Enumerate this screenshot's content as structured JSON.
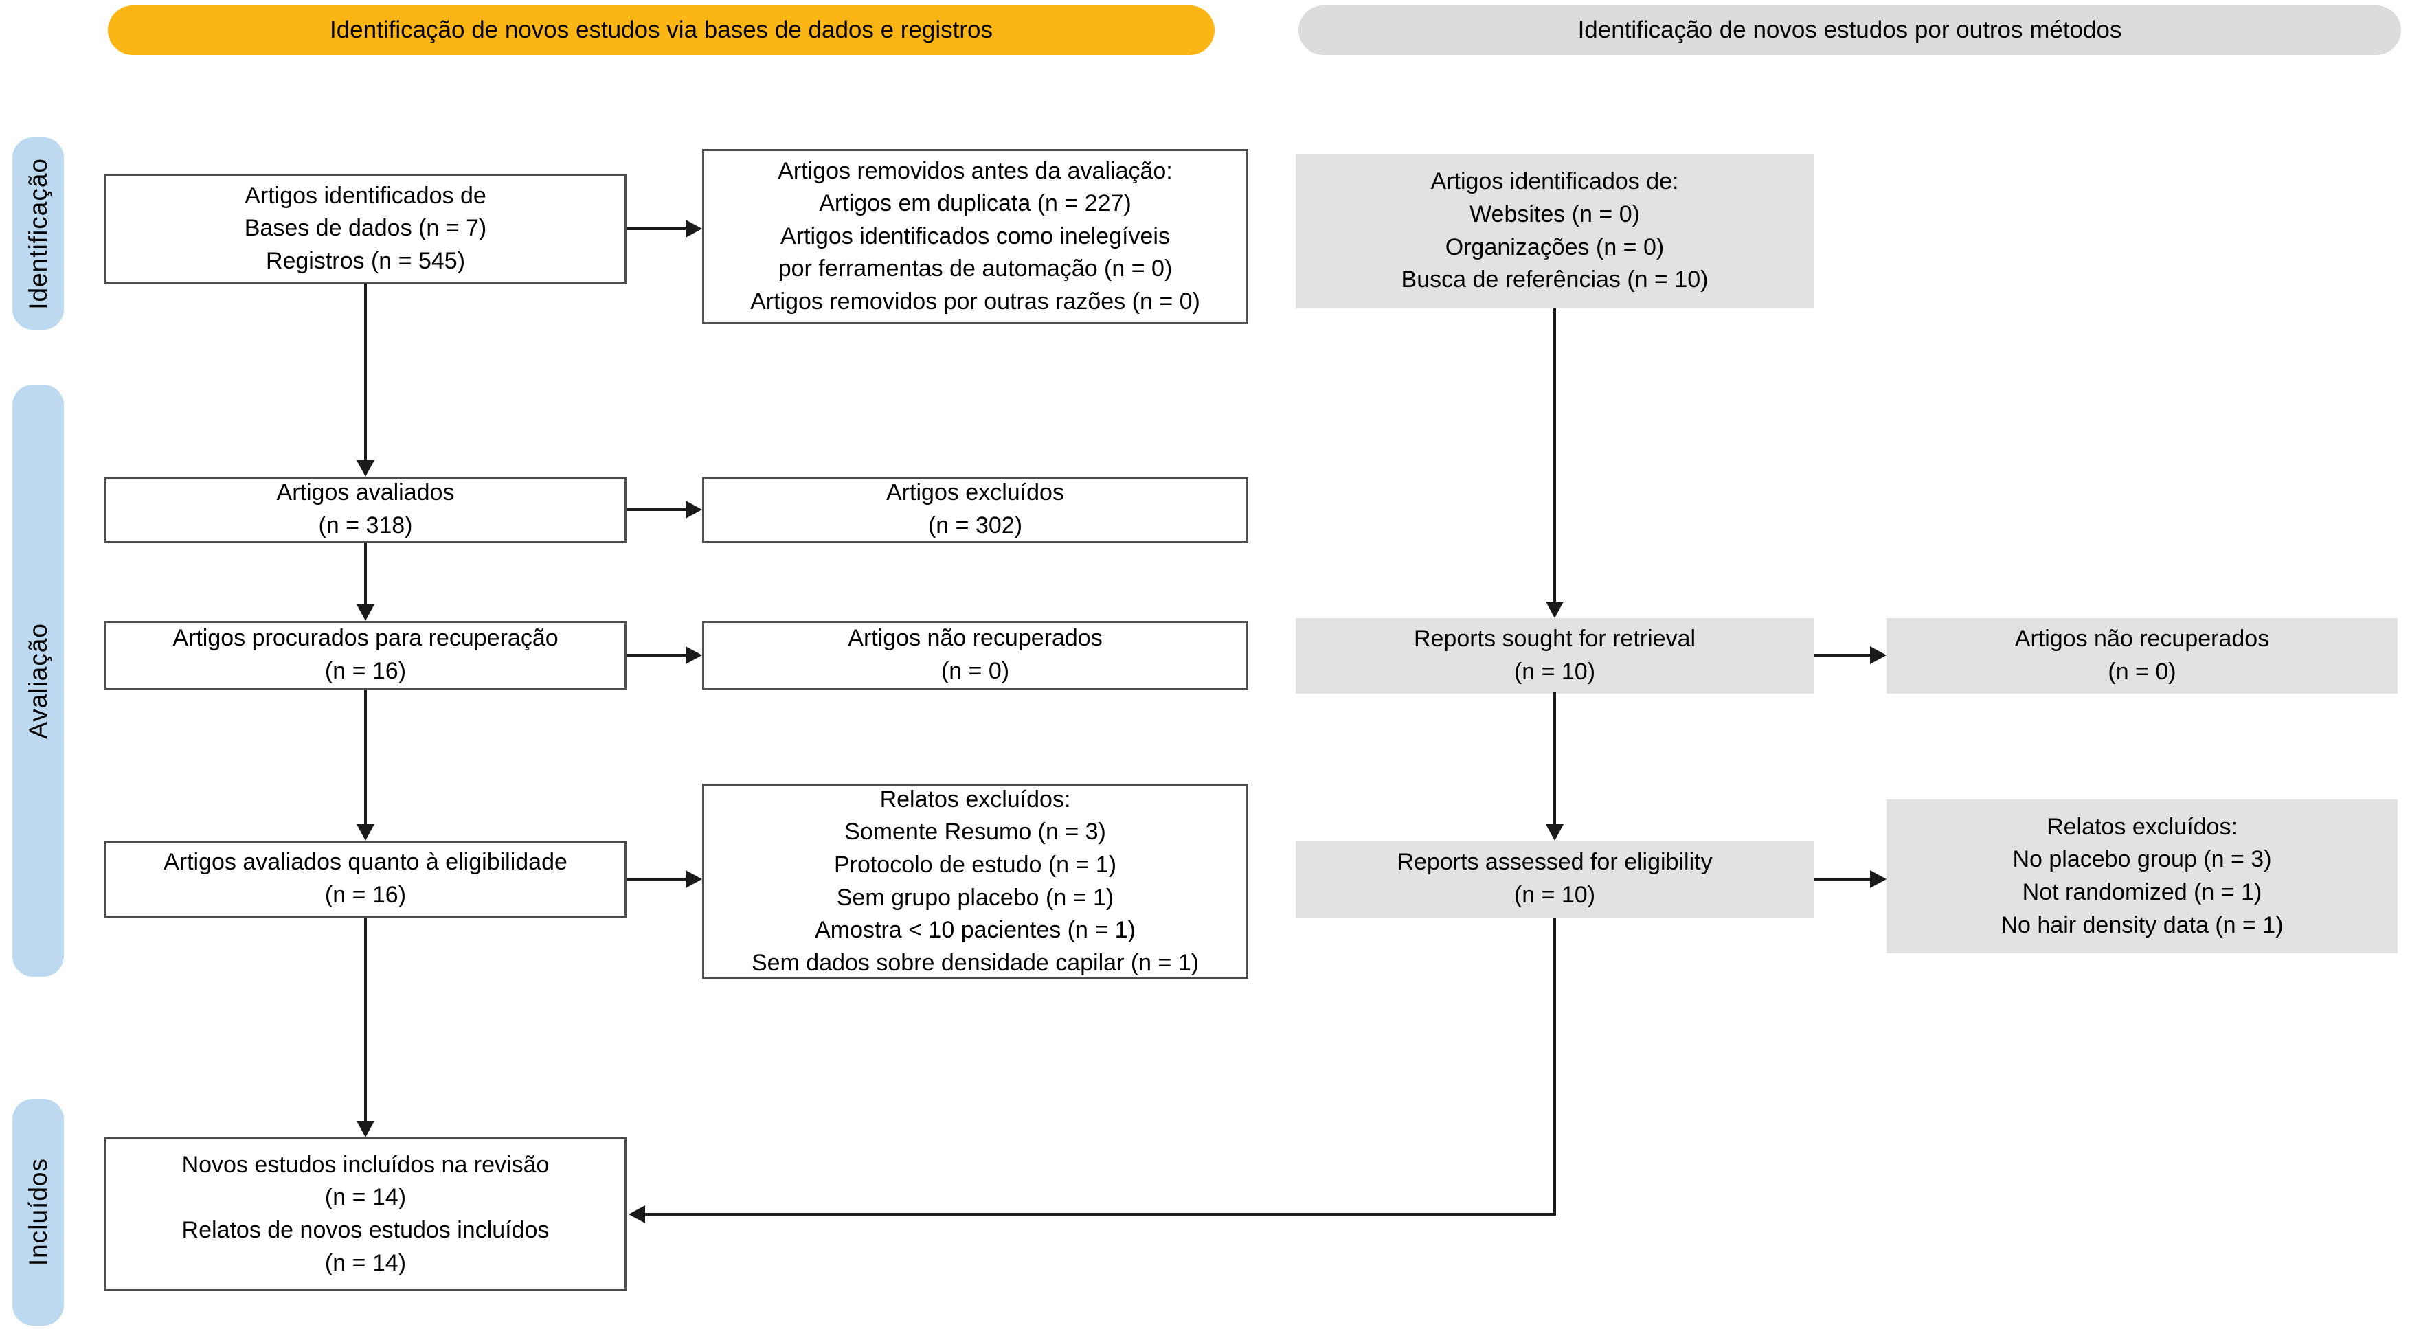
{
  "colors": {
    "band_databases": "#FBB615",
    "band_other": "#DCDCDC",
    "stage_tab": "#BDD9EF",
    "gray_box": "#E2E2E1",
    "box_border": "#4D4D4D",
    "arrow": "#1A1A1A",
    "text": "#000000"
  },
  "headers": {
    "databases": "Identificação de novos estudos via bases de dados e registros",
    "other_methods": "Identificação de novos estudos por outros métodos"
  },
  "stages": {
    "identification": "Identificação",
    "screening": "Avaliação",
    "included": "Incluídos"
  },
  "boxes": {
    "db_identified": {
      "lines": [
        "Artigos identificados de",
        "Bases de dados (n = 7)",
        "Registros (n = 545)"
      ]
    },
    "removed_before_screening": {
      "lines": [
        "Artigos removidos antes da avaliação:",
        "Artigos em duplicata (n = 227)",
        "Artigos identificados como inelegíveis",
        "por ferramentas de automação (n = 0)",
        "Artigos removidos por outras razões (n = 0)"
      ]
    },
    "other_identified": {
      "lines": [
        "Artigos identificados de:",
        "Websites (n = 0)",
        "Organizações (n = 0)",
        "Busca de referências (n = 10)"
      ]
    },
    "screened": {
      "lines": [
        "Artigos avaliados",
        "(n = 318)"
      ]
    },
    "screened_excluded": {
      "lines": [
        "Artigos excluídos",
        "(n = 302)"
      ]
    },
    "sought_retrieval": {
      "lines": [
        "Artigos procurados para recuperação",
        "(n = 16)"
      ]
    },
    "not_retrieved": {
      "lines": [
        "Artigos não recuperados",
        "(n = 0)"
      ]
    },
    "other_sought_retrieval": {
      "lines": [
        "Reports sought for retrieval",
        "(n = 10)"
      ]
    },
    "other_not_retrieved": {
      "lines": [
        "Artigos não recuperados",
        "(n = 0)"
      ]
    },
    "assessed_eligibility": {
      "lines": [
        "Artigos avaliados quanto à eligibilidade",
        "(n = 16)"
      ]
    },
    "reports_excluded": {
      "lines": [
        "Relatos excluídos:",
        "Somente Resumo (n = 3)",
        "Protocolo de estudo (n = 1)",
        "Sem grupo placebo (n = 1)",
        "Amostra < 10 pacientes (n = 1)",
        "Sem dados sobre densidade capilar (n = 1)"
      ]
    },
    "other_assessed_eligibility": {
      "lines": [
        "Reports assessed for eligibility",
        "(n = 10)"
      ]
    },
    "other_reports_excluded": {
      "lines": [
        "Relatos excluídos:",
        "No placebo group (n = 3)",
        "Not randomized (n = 1)",
        "No hair density data (n = 1)"
      ]
    },
    "included_studies": {
      "lines": [
        "Novos estudos incluídos na revisão",
        "(n = 14)",
        "Relatos de novos estudos incluídos",
        "(n = 14)"
      ]
    }
  }
}
